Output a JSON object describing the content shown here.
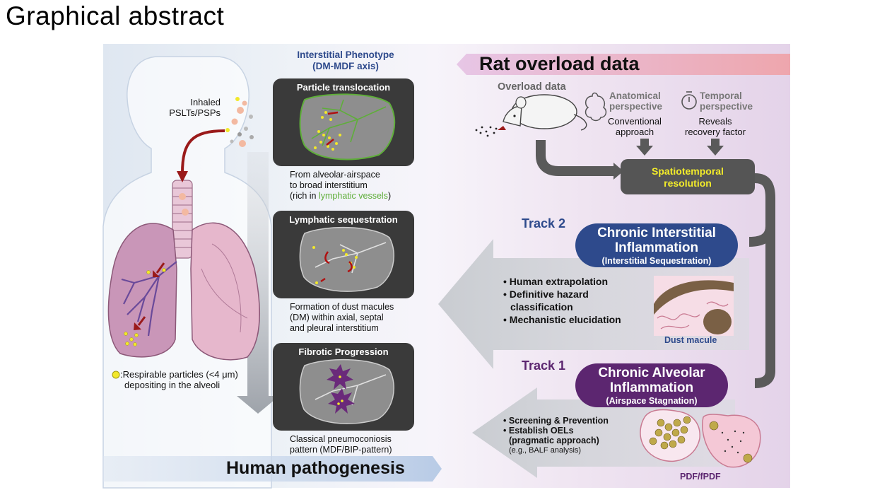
{
  "page_title": "Graphical abstract",
  "left": {
    "inhaled_line1": "Inhaled",
    "inhaled_line2": "PSLTs/PSPs",
    "legend_line1": ":Respirable particles (<4 μm)",
    "legend_line2": "depositing in the alveoli",
    "bottom_banner": "Human pathogenesis"
  },
  "middle": {
    "header_line1": "Interstitial Phenotype",
    "header_line2": "(DM-MDF axis)",
    "cards": [
      {
        "title": "Particle translocation",
        "caption_line1": "From alveolar-airspace",
        "caption_line2": "to broad interstitium",
        "caption_line3_pre": "(rich in ",
        "caption_line3_green": "lymphatic vessels",
        "caption_line3_post": ")"
      },
      {
        "title": "Lymphatic sequestration",
        "caption_line1": "Formation of dust macules",
        "caption_line2": "(DM) within axial, septal",
        "caption_line3": "and pleural interstitium"
      },
      {
        "title": "Fibrotic Progression",
        "caption_line1": "Classical pneumoconiosis",
        "caption_line2": "pattern (MDF/BIP-pattern)"
      }
    ]
  },
  "right": {
    "banner": "Rat overload data",
    "overload_label": "Overload data",
    "anatomical_line1": "Anatomical",
    "anatomical_line2": "perspective",
    "anatomical_desc1": "Conventional",
    "anatomical_desc2": "approach",
    "temporal_line1": "Temporal",
    "temporal_line2": "perspective",
    "temporal_desc1": "Reveals",
    "temporal_desc2": "recovery factor",
    "resolution_line1": "Spatiotemporal",
    "resolution_line2": "resolution",
    "track2": {
      "label": "Track 2",
      "title_line1": "Chronic Interstitial",
      "title_line2": "Inflammation",
      "subtitle": "(Interstitial Sequestration)",
      "bullets": [
        "Human extrapolation",
        "Definitive hazard",
        "classification",
        "Mechanistic elucidation"
      ],
      "image_label": "Dust macule"
    },
    "track1": {
      "label": "Track 1",
      "title_line1": "Chronic Alveolar",
      "title_line2": "Inflammation",
      "subtitle": "(Airspace Stagnation)",
      "bullets": [
        "Screening & Prevention",
        "Establish OELs",
        "(pragmatic approach)"
      ],
      "note": "(e.g., BALF analysis)",
      "image_label": "PDF/fPDF"
    }
  },
  "colors": {
    "track2": "#2e4a8c",
    "track1": "#5c2670",
    "resolution_box": "#555555",
    "resolution_text": "#f3ec2a",
    "lymphatic_green": "#5fae3a",
    "rat_banner": "#e7a9b8"
  }
}
